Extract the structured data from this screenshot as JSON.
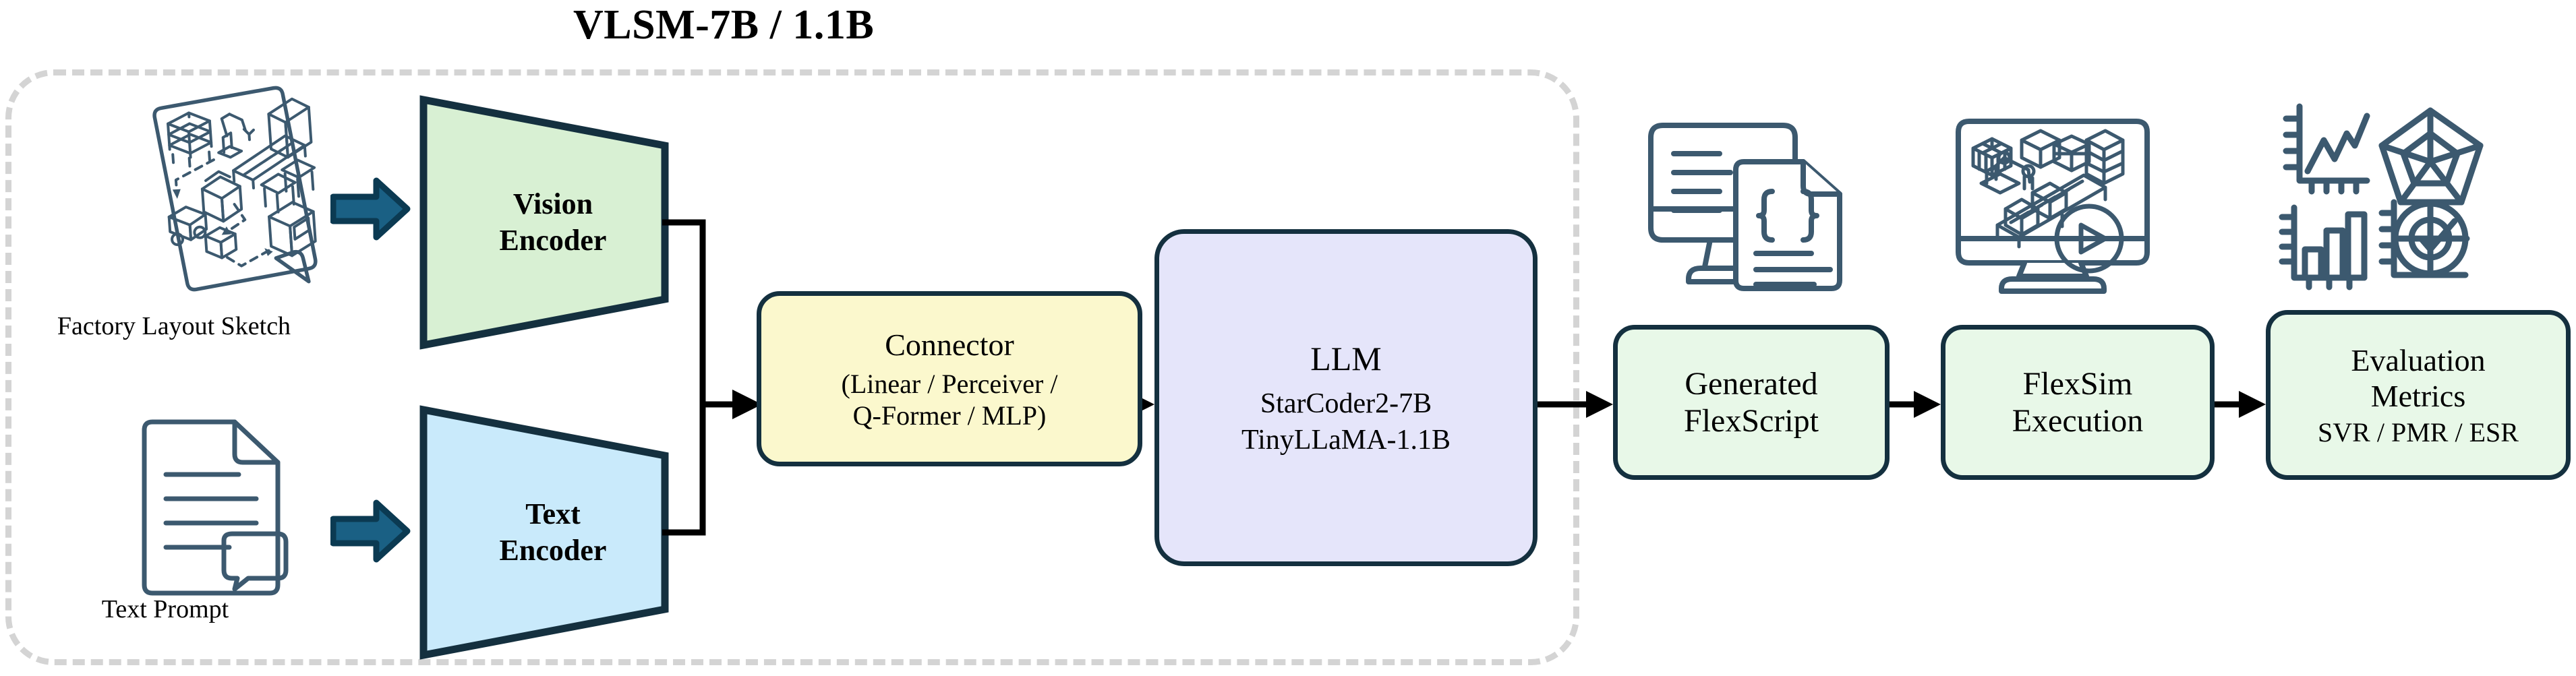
{
  "title": "VLSM-7B / 1.1B",
  "colors": {
    "outline_navy": "#14303f",
    "icon_stroke": "#3c596f",
    "arrow_blue_fill": "#1a6084",
    "arrow_blue_stroke": "#0b3a52",
    "vision_fill": "#d8f0d3",
    "text_fill": "#c9eafb",
    "connector_fill": "#fbf8cd",
    "llm_fill": "#e5e5fa",
    "stage_fill": "#e8f8e8",
    "dashed_border": "#d4d4d4",
    "line_black": "#000000"
  },
  "inputs": {
    "vision": {
      "icon": "factory-layout-sketch-icon",
      "caption": "Factory Layout Sketch"
    },
    "text": {
      "icon": "text-prompt-document-icon",
      "caption": "Text Prompt"
    }
  },
  "encoders": {
    "vision": {
      "label_line1": "Vision",
      "label_line2": "Encoder"
    },
    "text": {
      "label_line1": "Text",
      "label_line2": "Encoder"
    }
  },
  "connector": {
    "title": "Connector",
    "sub_line1": "(Linear / Perceiver /",
    "sub_line2": "Q-Former / MLP)"
  },
  "llm": {
    "title": "LLM",
    "sub_line1": "StarCoder2-7B",
    "sub_line2": "TinyLLaMA-1.1B"
  },
  "pipeline": [
    {
      "id": "generated-flexscript",
      "icon": "code-document-monitor-icon",
      "title_line1": "Generated",
      "title_line2": "FlexScript",
      "sub": ""
    },
    {
      "id": "flexsim-execution",
      "icon": "simulation-monitor-play-icon",
      "title_line1": "FlexSim",
      "title_line2": "Execution",
      "sub": ""
    },
    {
      "id": "evaluation-metrics",
      "icon": "analytics-charts-icon",
      "title_line1": "Evaluation",
      "title_line2": "Metrics",
      "sub": "SVR / PMR / ESR"
    }
  ]
}
